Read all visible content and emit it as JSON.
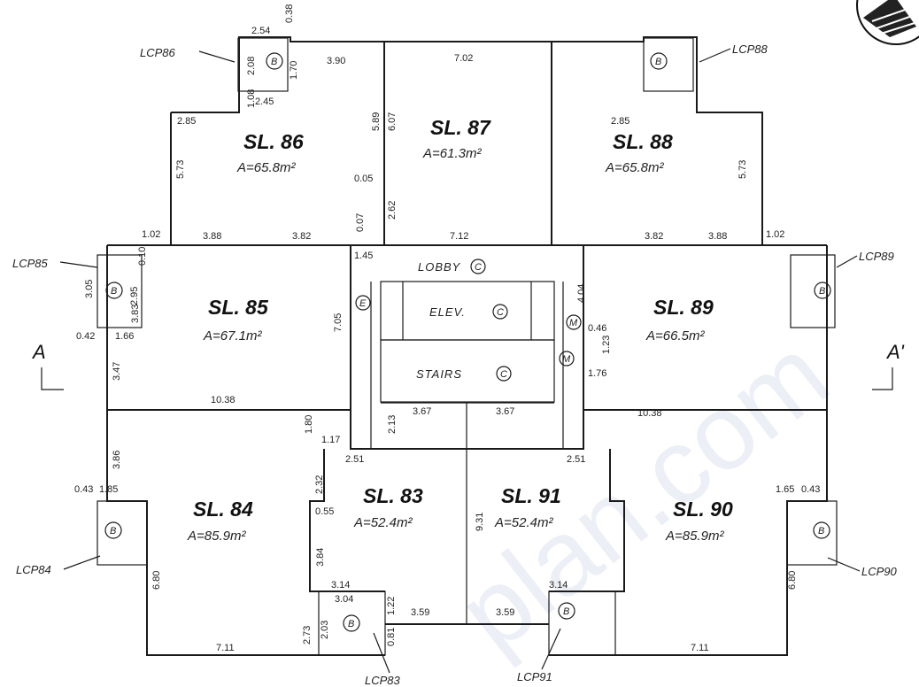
{
  "units": [
    {
      "id": "sl86",
      "name": "SL. 86",
      "area": "A=65.8m²"
    },
    {
      "id": "sl87",
      "name": "SL. 87",
      "area": "A=61.3m²"
    },
    {
      "id": "sl88",
      "name": "SL. 88",
      "area": "A=65.8m²"
    },
    {
      "id": "sl85",
      "name": "SL. 85",
      "area": "A=67.1m²"
    },
    {
      "id": "sl89",
      "name": "SL. 89",
      "area": "A=66.5m²"
    },
    {
      "id": "sl84",
      "name": "SL. 84",
      "area": "A=85.9m²"
    },
    {
      "id": "sl83",
      "name": "SL. 83",
      "area": "A=52.4m²"
    },
    {
      "id": "sl91",
      "name": "SL. 91",
      "area": "A=52.4m²"
    },
    {
      "id": "sl90",
      "name": "SL. 90",
      "area": "A=85.9m²"
    }
  ],
  "lcp_labels": [
    "LCP86",
    "LCP88",
    "LCP85",
    "LCP89",
    "LCP84",
    "LCP90",
    "LCP83",
    "LCP91"
  ],
  "core": {
    "lobby": "LOBBY",
    "elev": "ELEV.",
    "stairs": "STAIRS",
    "common_symbol": "C",
    "balcony_symbol": "B",
    "elev_symbol": "E",
    "meter_symbol": "M"
  },
  "section_marks": [
    "A",
    "A'"
  ],
  "dimensions": {
    "d1": "2.54",
    "d2": "0.38",
    "d3": "2.08",
    "d4": "1.70",
    "d5": "3.90",
    "d6": "1.08",
    "d7": "2.45",
    "d8": "2.85",
    "d9": "5.73",
    "d10": "5.89",
    "d11": "6.07",
    "d12": "7.02",
    "d13": "0.05",
    "d14": "2.62",
    "d15": "0.07",
    "d16": "7.12",
    "d17": "1.02",
    "d18": "3.88",
    "d19": "3.82",
    "d20": "0.10",
    "d21": "2.95",
    "d22": "3.05",
    "d23": "3.83",
    "d24": "1.45",
    "d25": "0.42",
    "d26": "1.66",
    "d27": "3.47",
    "d28": "10.38",
    "d29": "7.05",
    "d30": "4.04",
    "d31": "0.46",
    "d32": "1.23",
    "d33": "1.76",
    "d34": "1.80",
    "d35": "1.17",
    "d36": "2.13",
    "d37": "3.67",
    "d38": "2.51",
    "d39": "2.32",
    "d40": "0.55",
    "d41": "3.84",
    "d42": "3.14",
    "d43": "3.04",
    "d44": "1.22",
    "d45": "3.59",
    "d46": "0.81",
    "d47": "2.03",
    "d48": "2.73",
    "d49": "7.11",
    "d50": "0.43",
    "d51": "1.65",
    "d52": "6.80",
    "d53": "9.31",
    "d54": "3.86",
    "d55": "1.85"
  }
}
